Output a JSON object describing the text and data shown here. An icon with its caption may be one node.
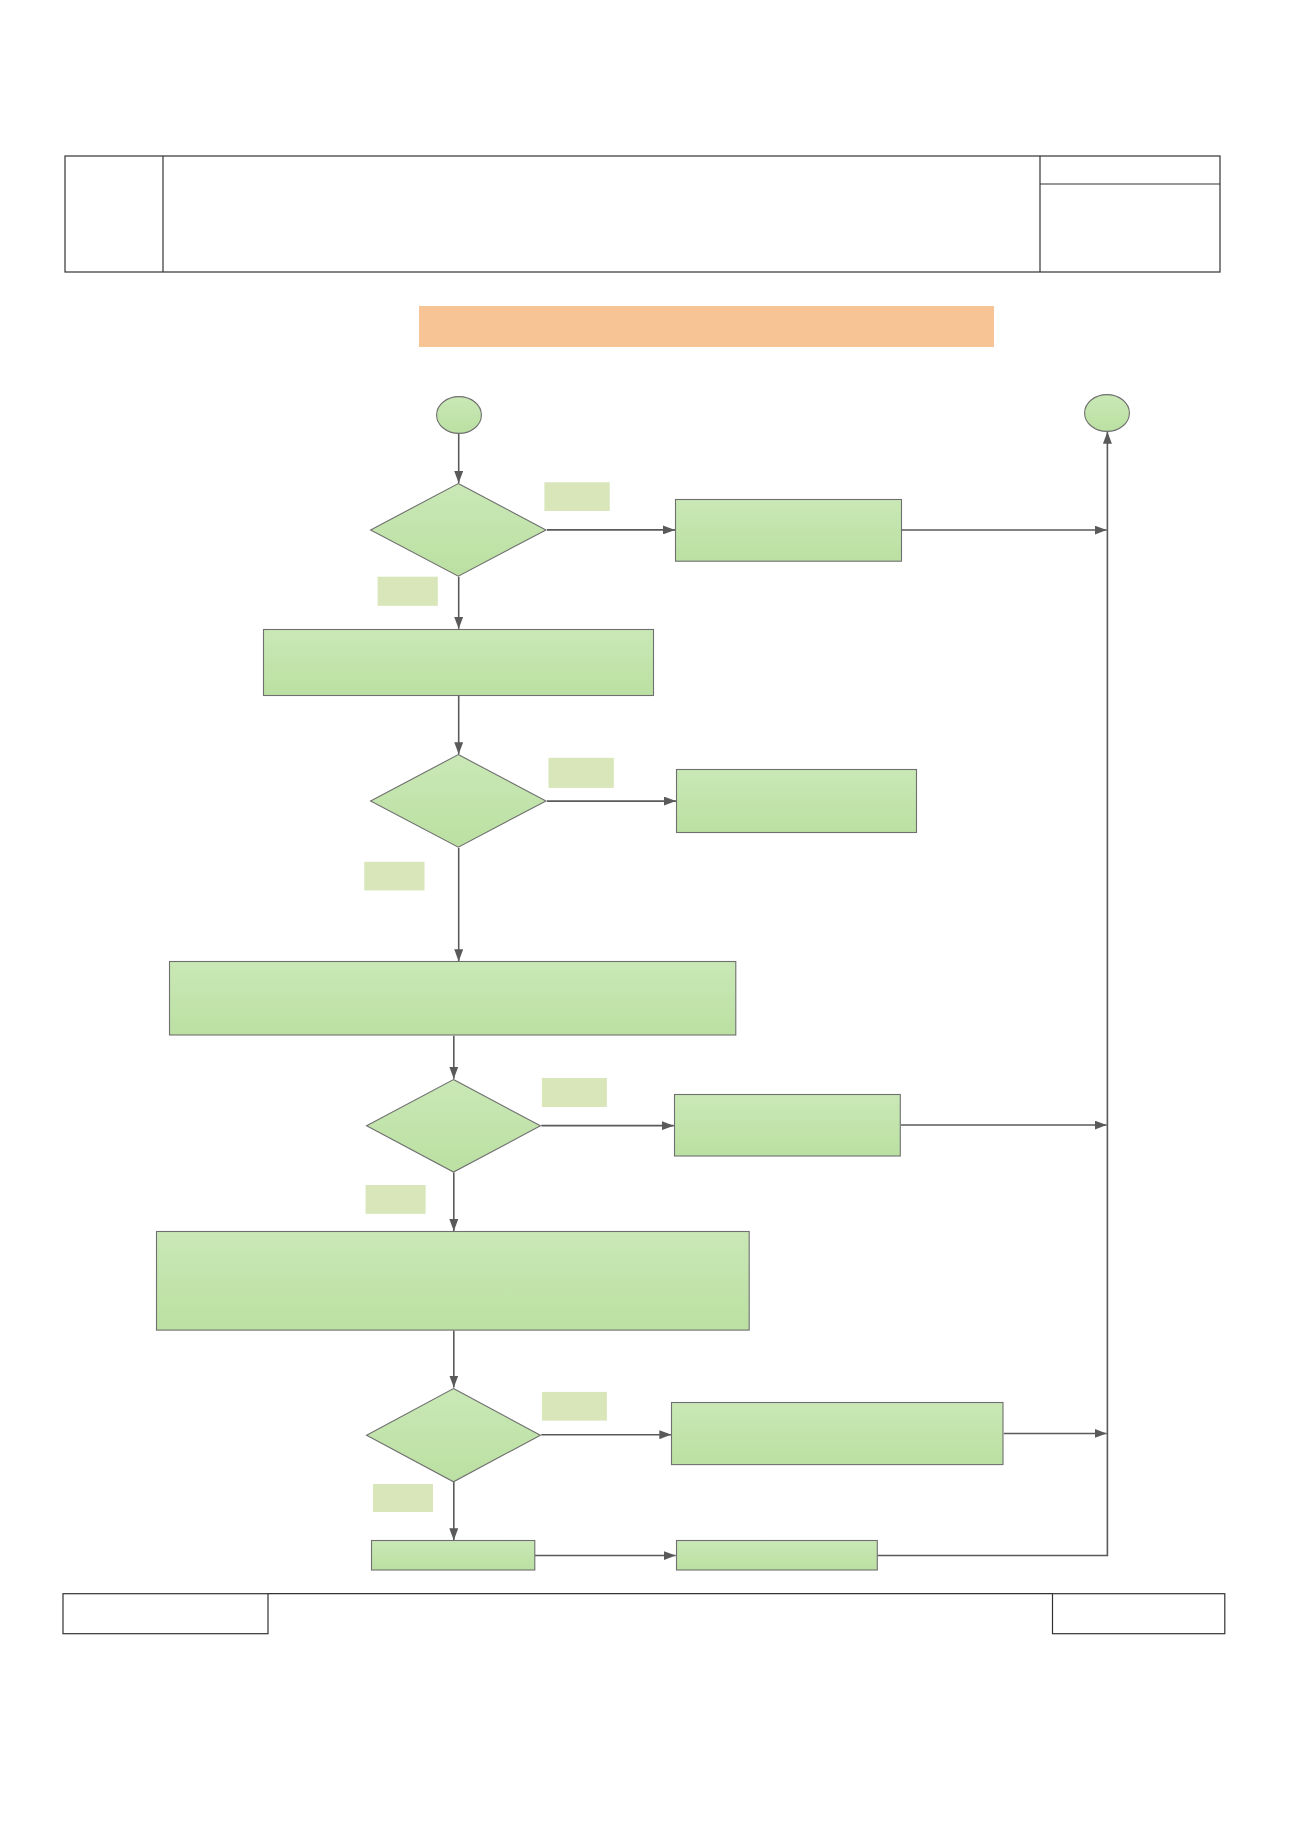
{
  "diagram": {
    "nodes": [
      {
        "text": [],
        "shape": "bar"
      },
      {
        "text": [],
        "shape": "circle"
      },
      {
        "text": [],
        "shape": "circle"
      },
      {
        "text": [],
        "shape": "diamond"
      },
      {
        "text": [],
        "shape": "box"
      },
      {
        "text": [],
        "shape": "box"
      },
      {
        "text": [],
        "shape": "diamond"
      },
      {
        "text": [],
        "shape": "box"
      },
      {
        "text": [],
        "shape": "box"
      },
      {
        "text": [],
        "shape": "diamond"
      },
      {
        "text": [],
        "shape": "box"
      },
      {
        "text": [],
        "shape": "box"
      },
      {
        "text": [],
        "shape": "diamond"
      },
      {
        "text": [],
        "shape": "box"
      },
      {
        "text": [],
        "shape": "box"
      },
      {
        "text": [],
        "shape": "box"
      }
    ],
    "edges": [
      {
        "from": 1,
        "to": 3,
        "arrow": "to"
      },
      {
        "from": 3,
        "to": 4,
        "arrow": "to"
      },
      {
        "from": 4,
        "to": 2,
        "arrow": "to"
      },
      {
        "from": 3,
        "to": 5,
        "arrow": "to"
      },
      {
        "from": 5,
        "to": 6,
        "arrow": "to"
      },
      {
        "from": 6,
        "to": 7,
        "arrow": "to"
      },
      {
        "from": 6,
        "to": 8,
        "arrow": "to"
      },
      {
        "from": 8,
        "to": 9,
        "arrow": "to"
      },
      {
        "from": 9,
        "to": 10,
        "arrow": "to"
      },
      {
        "from": 10,
        "to": 2,
        "arrow": "to"
      },
      {
        "from": 9,
        "to": 11,
        "arrow": "to"
      },
      {
        "from": 11,
        "to": 12,
        "arrow": "to"
      },
      {
        "from": 12,
        "to": 13,
        "arrow": "to"
      },
      {
        "from": 13,
        "to": 2,
        "arrow": "to"
      },
      {
        "from": 12,
        "to": 14,
        "arrow": "to"
      },
      {
        "from": 14,
        "to": 15,
        "arrow": "to"
      },
      {
        "from": 15,
        "to": 2,
        "arrow": "to"
      }
    ]
  }
}
